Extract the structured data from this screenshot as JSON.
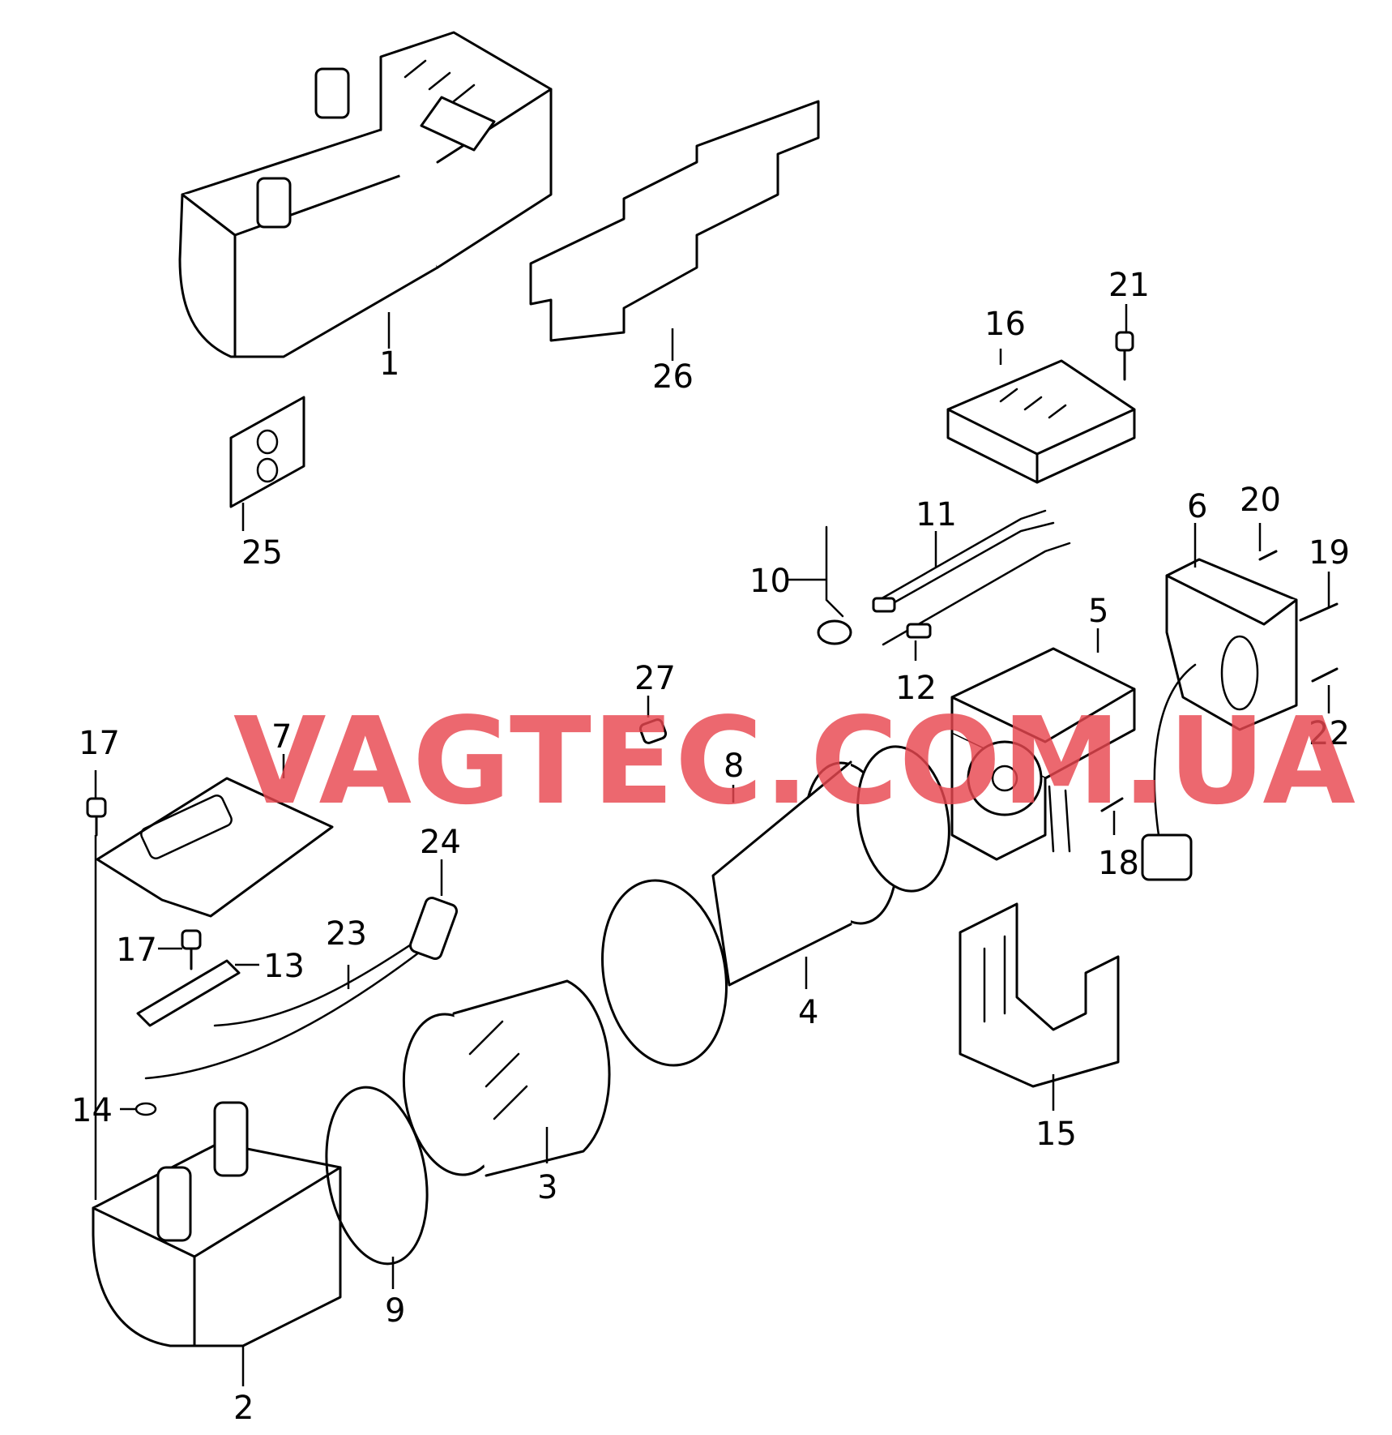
{
  "watermark": {
    "text": "VAGTEC.COM.UA",
    "color": "#e8474f"
  },
  "callouts": {
    "c1": "1",
    "c2": "2",
    "c3": "3",
    "c4": "4",
    "c5": "5",
    "c6": "6",
    "c7": "7",
    "c8": "8",
    "c9": "9",
    "c10": "10",
    "c11": "11",
    "c12": "12",
    "c13": "13",
    "c14": "14",
    "c15": "15",
    "c16": "16",
    "c17a": "17",
    "c17b": "17",
    "c18": "18",
    "c19": "19",
    "c20": "20",
    "c21": "21",
    "c22": "22",
    "c23": "23",
    "c24": "24",
    "c25": "25",
    "c26": "26",
    "c27": "27"
  }
}
